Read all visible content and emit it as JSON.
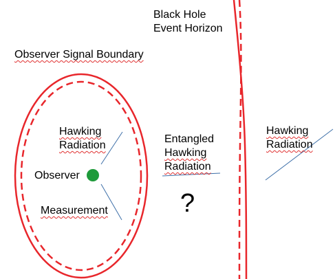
{
  "colors": {
    "boundary": "#e8262b",
    "connector": "#3d6fa8",
    "observer_dot": "#1e9a3a",
    "text": "#000000"
  },
  "labels": {
    "event_horizon_line1": "Black Hole",
    "event_horizon_line2": "Event Horizon",
    "observer_boundary": "Observer Signal Boundary",
    "hawking_inside_line1": "Hawking",
    "hawking_inside_line2": "Radiation",
    "observer": "Observer",
    "measurement": "Measurement",
    "entangled_line1": "Entangled",
    "entangled_line2": "Hawking",
    "entangled_line3": "Radiation",
    "unknown": "?",
    "hawking_outside_line1": "Hawking",
    "hawking_outside_line2": "Radiation"
  }
}
